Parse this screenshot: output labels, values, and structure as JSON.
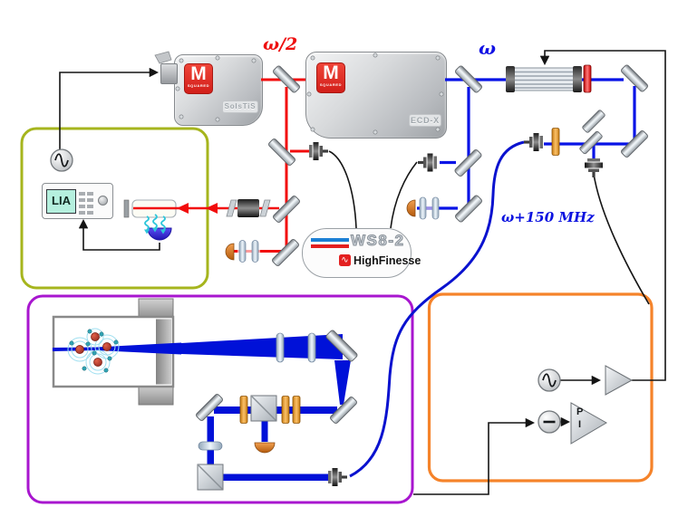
{
  "diagram": {
    "type": "optical-setup-schematic",
    "background": "#ffffff"
  },
  "labels": {
    "omega_half": "ω/2",
    "omega": "ω",
    "fiber_shift": "ω+150 MHz"
  },
  "solstis": {
    "logo_m": "M",
    "logo_sub": "SQUARED",
    "model_badge": "SolsTiS"
  },
  "ecdx": {
    "logo_m": "M",
    "logo_sub": "SQUARED",
    "model_badge": "ECD-X"
  },
  "wavemeter": {
    "model": "WS8-2",
    "brand": "HighFinesse",
    "logo_glyph": "∿"
  },
  "spectroscopy_box": {
    "lockin_display": "LIA"
  },
  "electronics_box": {
    "pi_label_p": "P",
    "pi_label_i": "I"
  },
  "colors": {
    "red_beam": "#f20c0c",
    "blue_beam": "#0813e6",
    "fiber": "#0a12cf",
    "green_frame": "#a6b51d",
    "purple_frame": "#a816cf",
    "orange_frame": "#f5832a",
    "brand_red": "#e23128",
    "stripe_blue": "#1b7fd4",
    "stripe_red": "#e32020",
    "fluorescence": "#2cc6da",
    "pmt_blue": "#3a2fe0",
    "photodiode_orange": "#e8872e"
  },
  "components": [
    "ti-sapphire-laser",
    "frequency-doubler",
    "beam-sampler",
    "mirror",
    "aom",
    "red-filter",
    "half-wave-plate",
    "fiber-coupler",
    "optical-fiber",
    "faraday-isolator",
    "spectroscopy-cell",
    "lock-in-amplifier",
    "signal-generator",
    "photodetector",
    "pmt",
    "wavemeter",
    "vacuum-chamber",
    "atom-cloud",
    "lens",
    "polarizing-beamsplitter-cube",
    "amplifier",
    "subtractor",
    "pi-controller"
  ]
}
